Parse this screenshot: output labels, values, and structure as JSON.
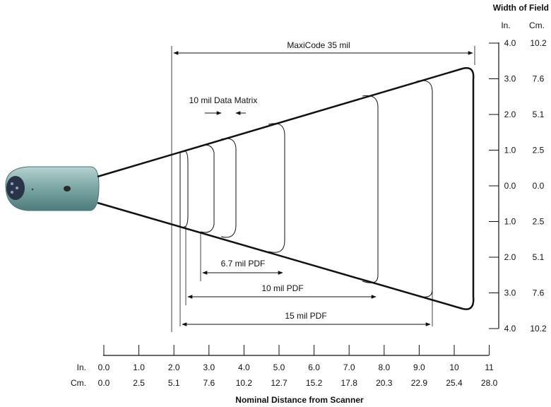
{
  "titles": {
    "width_of_field": "Width of Field",
    "nominal_distance": "Nominal Distance from Scanner"
  },
  "right_axis": {
    "unit_in": "In.",
    "unit_cm": "Cm.",
    "ticks": [
      {
        "in": "4.0",
        "cm": "10.2"
      },
      {
        "in": "3.0",
        "cm": "7.6"
      },
      {
        "in": "2.0",
        "cm": "5.1"
      },
      {
        "in": "1.0",
        "cm": "2.5"
      },
      {
        "in": "0.0",
        "cm": "0.0"
      },
      {
        "in": "1.0",
        "cm": "2.5"
      },
      {
        "in": "2.0",
        "cm": "5.1"
      },
      {
        "in": "3.0",
        "cm": "7.6"
      },
      {
        "in": "4.0",
        "cm": "10.2"
      }
    ]
  },
  "bottom_axis": {
    "unit_in": "In.",
    "unit_cm": "Cm.",
    "in_ticks": [
      "0.0",
      "1.0",
      "2.0",
      "3.0",
      "4.0",
      "5.0",
      "6.0",
      "7.0",
      "8.0",
      "9.0",
      "10",
      "11"
    ],
    "cm_ticks": [
      "0.0",
      "2.5",
      "5.1",
      "7.6",
      "10.2",
      "12.7",
      "15.2",
      "17.8",
      "20.3",
      "22.9",
      "25.4",
      "28.0"
    ]
  },
  "ranges": {
    "maxicode": "MaxiCode 35 mil",
    "data_matrix": "10 mil Data Matrix",
    "pdf_67": "6.7 mil PDF",
    "pdf_10": "10 mil PDF",
    "pdf_15": "15 mil PDF"
  },
  "colors": {
    "scanner_body": "#7ea9a7",
    "scanner_window": "#2a3348",
    "line": "#111111"
  }
}
